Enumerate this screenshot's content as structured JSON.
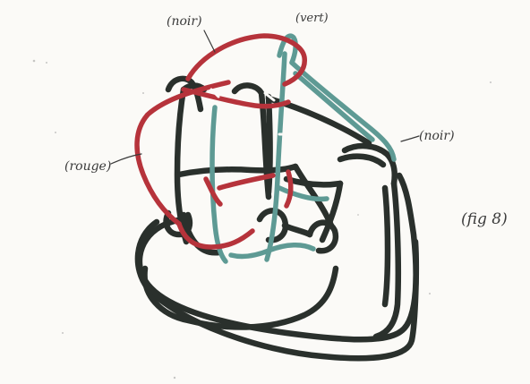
{
  "labels": {
    "top_left": "(noir)",
    "top_right": "(vert)",
    "left": "(rouge)",
    "right": "(noir)",
    "figure": "(fig 8)"
  },
  "colors": {
    "paper": "#fbfaf7",
    "black": "#2a302c",
    "red": "#b6333b",
    "green": "#5e9a94",
    "ink": "#3a3a3a"
  }
}
